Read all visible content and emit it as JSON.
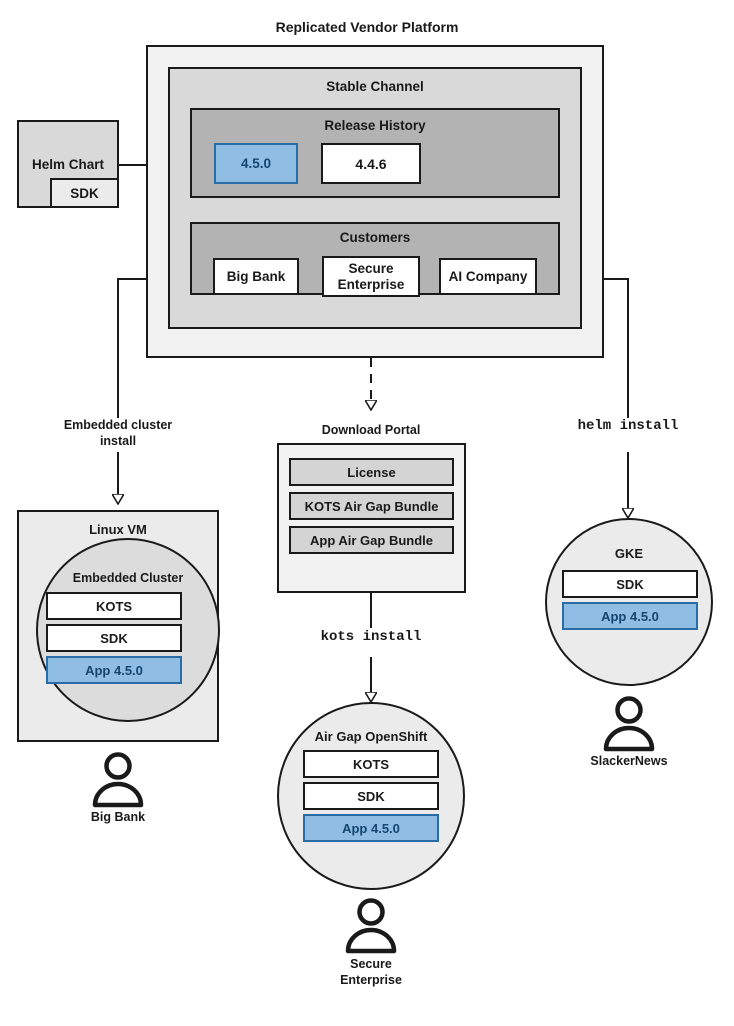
{
  "diagram": {
    "title": "Replicated Vendor Platform",
    "platform": {
      "channel_title": "Stable Channel",
      "release_history_title": "Release History",
      "releases": [
        {
          "version": "4.5.0",
          "state": "active"
        },
        {
          "version": "4.4.6",
          "state": "previous"
        }
      ],
      "customers_title": "Customers",
      "customers": [
        {
          "name": "Big Bank"
        },
        {
          "name": "Secure\nEnterprise",
          "line1": "Secure",
          "line2": "Enterprise"
        },
        {
          "name": "AI Company"
        }
      ]
    },
    "source": {
      "title": "Helm Chart",
      "sdk_label": "SDK"
    },
    "edge_labels": {
      "embedded_line1": "Embedded cluster",
      "embedded_line2": "install",
      "download_portal": "Download Portal",
      "helm_install": "helm install",
      "kots_install": "kots install"
    },
    "download_portal": {
      "items": [
        "License",
        "KOTS Air Gap Bundle",
        "App Air Gap Bundle"
      ]
    },
    "targets": [
      {
        "id": "linux-vm",
        "outer_title": "Linux VM",
        "inner_title": "Embedded Cluster",
        "components": [
          {
            "label": "KOTS",
            "style": "white"
          },
          {
            "label": "SDK",
            "style": "white"
          },
          {
            "label": "App 4.5.0",
            "style": "blue"
          }
        ],
        "user": "Big Bank"
      },
      {
        "id": "airgap-openshift",
        "outer_title": "",
        "inner_title": "Air Gap OpenShift",
        "components": [
          {
            "label": "KOTS",
            "style": "white"
          },
          {
            "label": "SDK",
            "style": "white"
          },
          {
            "label": "App 4.5.0",
            "style": "blue"
          }
        ],
        "user_line1": "Secure",
        "user_line2": "Enterprise",
        "user": "Secure Enterprise"
      },
      {
        "id": "gke",
        "outer_title": "",
        "inner_title": "GKE",
        "components": [
          {
            "label": "SDK",
            "style": "white"
          },
          {
            "label": "App 4.5.0",
            "style": "blue"
          }
        ],
        "user": "SlackerNews"
      }
    ],
    "colors": {
      "accent_blue_fill": "#8fbde4",
      "accent_blue_border": "#2a6ca6",
      "accent_blue_text": "#14466e",
      "outer_fill": "#f2f2f2",
      "mid_fill": "#d9d9d9",
      "inner_fill": "#b3b3b3",
      "stroke": "#1a1a1a",
      "white_fill": "#ffffff",
      "portal_item_fill": "#d4d4d4",
      "circle_fill": "#ebebeb"
    }
  }
}
